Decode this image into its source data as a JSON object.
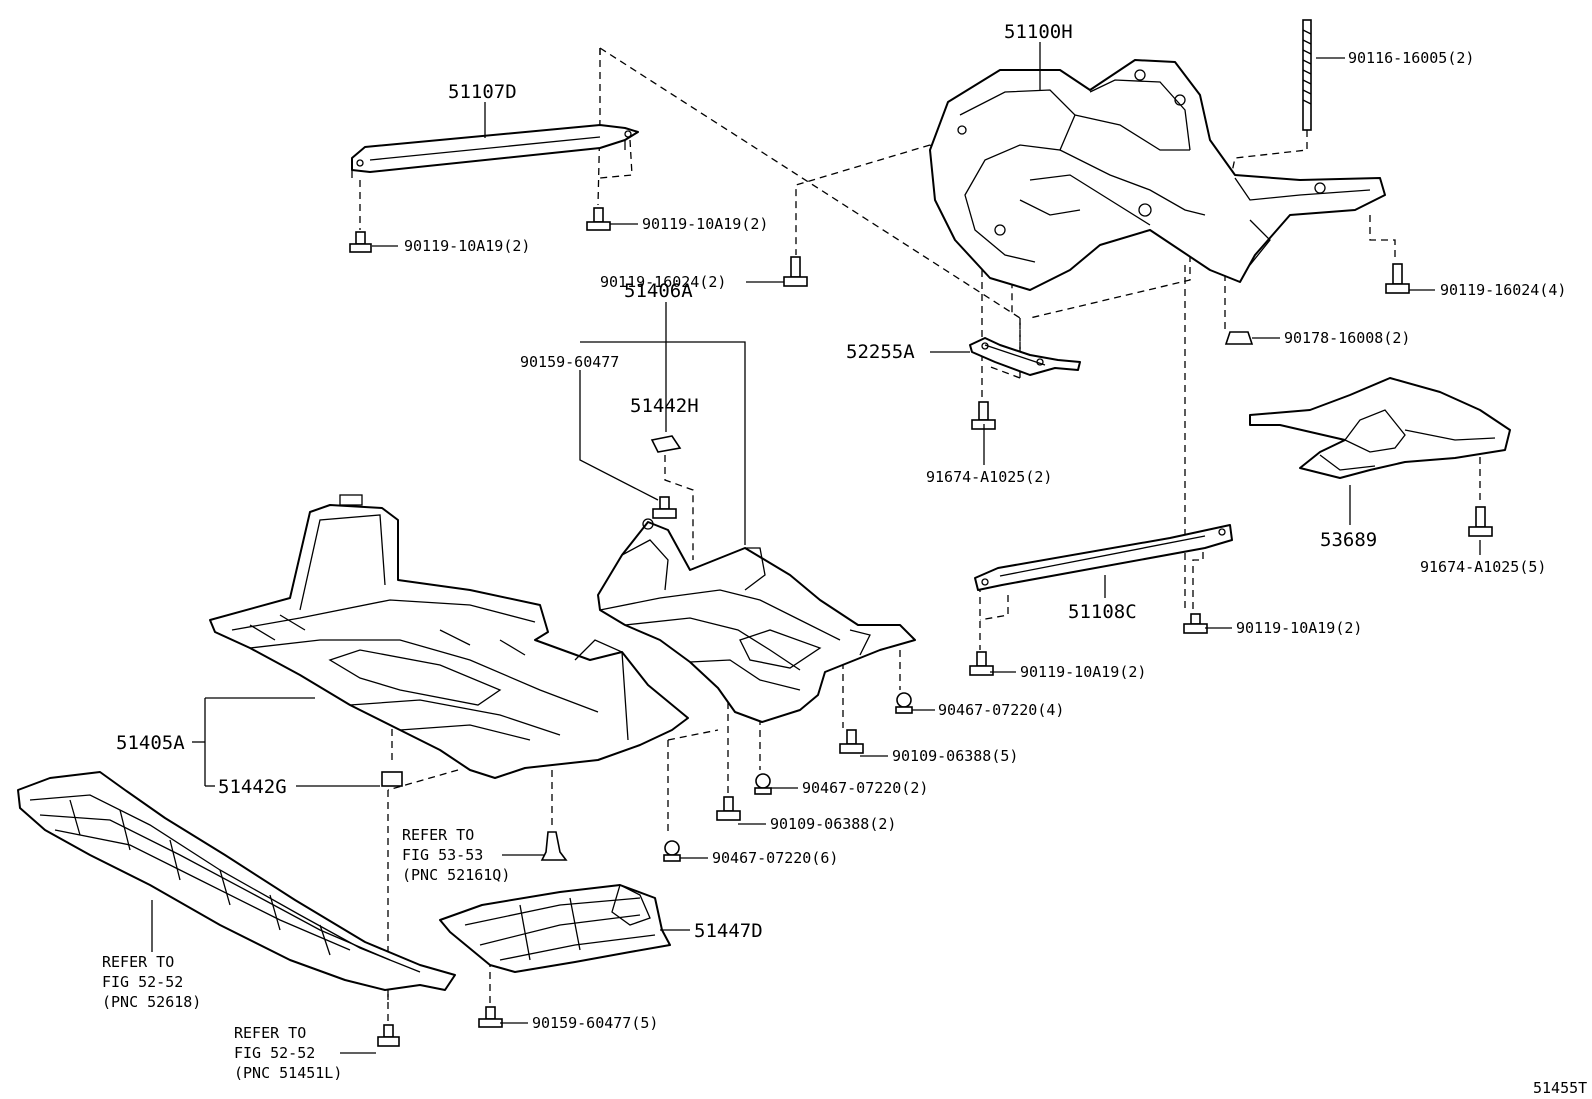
{
  "labels": {
    "p51100H": "51100H",
    "p90116_16005": "90116-16005(2)",
    "p51107D": "51107D",
    "p90119_10A19_a": "90119-10A19(2)",
    "p90119_10A19_b": "90119-10A19(2)",
    "p90119_16024_a": "90119-16024(2)",
    "p90119_16024_b": "90119-16024(4)",
    "p90178_16008": "90178-16008(2)",
    "p51406A": "51406A",
    "p90159_60477": "90159-60477",
    "p51442H": "51442H",
    "p52255A": "52255A",
    "p91674_A1025_a": "91674-A1025(2)",
    "p53689": "53689",
    "p91674_A1025_b": "91674-A1025(5)",
    "p51108C": "51108C",
    "p90119_10A19_c": "90119-10A19(2)",
    "p90119_10A19_d": "90119-10A19(2)",
    "p90467_07220_4": "90467-07220(4)",
    "p51405A": "51405A",
    "p90109_06388_5": "90109-06388(5)",
    "p51442G": "51442G",
    "p90467_07220_2": "90467-07220(2)",
    "p90109_06388_2": "90109-06388(2)",
    "p90467_07220_6": "90467-07220(6)",
    "p51447D": "51447D",
    "p90159_60477_5": "90159-60477(5)",
    "ref1_l1": "REFER TO",
    "ref1_l2": "FIG 53-53",
    "ref1_l3": "(PNC 52161Q)",
    "ref2_l1": "REFER TO",
    "ref2_l2": "FIG 52-52",
    "ref2_l3": "(PNC 52618)",
    "ref3_l1": "REFER TO",
    "ref3_l2": "FIG 52-52",
    "ref3_l3": "(PNC 51451L)",
    "fig_id": "51455T"
  }
}
